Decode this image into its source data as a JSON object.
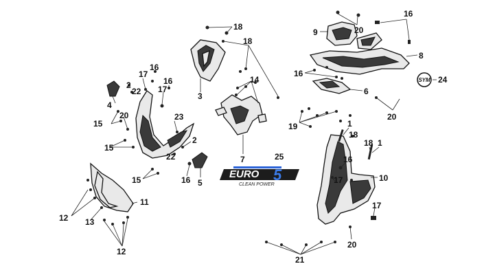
{
  "callouts": [
    {
      "id": "c18a",
      "text": "18"
    },
    {
      "id": "c18b",
      "text": "18"
    },
    {
      "id": "c3",
      "text": "3"
    },
    {
      "id": "c14",
      "text": "14"
    },
    {
      "id": "c7",
      "text": "7"
    },
    {
      "id": "c9",
      "text": "9"
    },
    {
      "id": "c20a",
      "text": "20"
    },
    {
      "id": "c16a",
      "text": "16"
    },
    {
      "id": "c8",
      "text": "8"
    },
    {
      "id": "c16b",
      "text": "16"
    },
    {
      "id": "c6",
      "text": "6"
    },
    {
      "id": "c24",
      "text": "24"
    },
    {
      "id": "c20b",
      "text": "20"
    },
    {
      "id": "c19",
      "text": "19"
    },
    {
      "id": "c17a",
      "text": "17"
    },
    {
      "id": "c16c",
      "text": "16"
    },
    {
      "id": "c2a",
      "text": "2"
    },
    {
      "id": "c22a",
      "text": "22"
    },
    {
      "id": "c16d",
      "text": "16"
    },
    {
      "id": "c17b",
      "text": "17"
    },
    {
      "id": "c4",
      "text": "4"
    },
    {
      "id": "c20c",
      "text": "20"
    },
    {
      "id": "c15a",
      "text": "15"
    },
    {
      "id": "c23",
      "text": "23"
    },
    {
      "id": "c15b",
      "text": "15"
    },
    {
      "id": "c2b",
      "text": "2"
    },
    {
      "id": "c22b",
      "text": "22"
    },
    {
      "id": "c15c",
      "text": "15"
    },
    {
      "id": "c16e",
      "text": "16"
    },
    {
      "id": "c5",
      "text": "5"
    },
    {
      "id": "c25",
      "text": "25"
    },
    {
      "id": "c1a",
      "text": "1"
    },
    {
      "id": "c18c",
      "text": "18"
    },
    {
      "id": "c18d",
      "text": "18"
    },
    {
      "id": "c1b",
      "text": "1"
    },
    {
      "id": "c16f",
      "text": "16"
    },
    {
      "id": "c17c",
      "text": "17"
    },
    {
      "id": "c10",
      "text": "10"
    },
    {
      "id": "c17d",
      "text": "17"
    },
    {
      "id": "c20d",
      "text": "20"
    },
    {
      "id": "c21",
      "text": "21"
    },
    {
      "id": "c11",
      "text": "11"
    },
    {
      "id": "c12a",
      "text": "12"
    },
    {
      "id": "c13",
      "text": "13"
    },
    {
      "id": "c12b",
      "text": "12"
    }
  ],
  "logo": {
    "main": "EURO",
    "digit": "5",
    "sub": "CLEAN POWER"
  },
  "badge": {
    "text": "SYM"
  }
}
